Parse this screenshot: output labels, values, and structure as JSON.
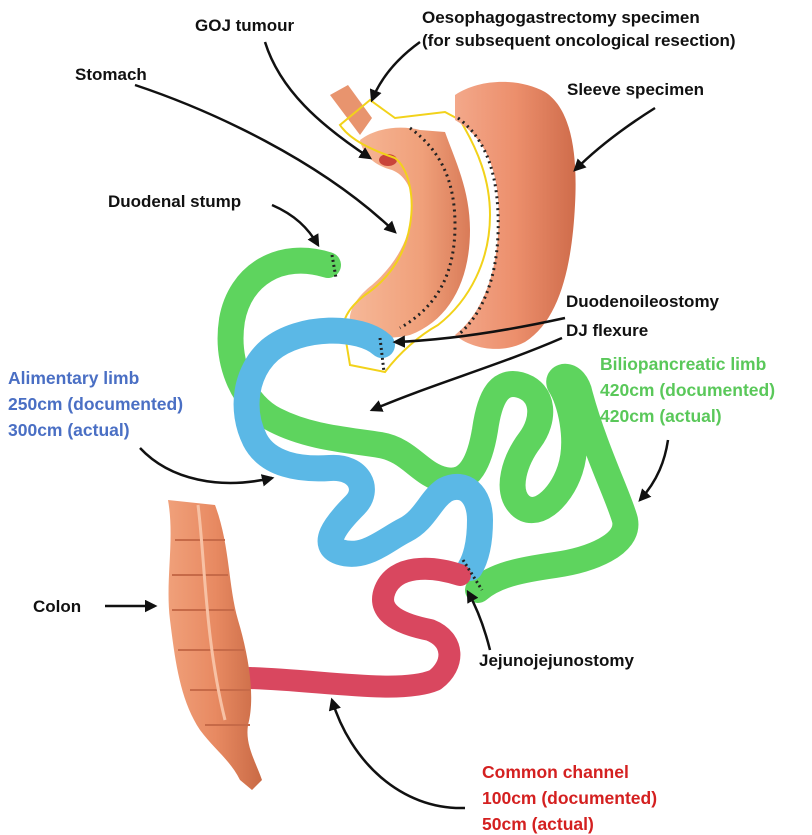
{
  "labels": {
    "goj_tumour": "GOJ tumour",
    "oesophagogastrectomy_line1": "Oesophagogastrectomy specimen",
    "oesophagogastrectomy_line2": "(for subsequent oncological resection)",
    "stomach": "Stomach",
    "sleeve_specimen": "Sleeve specimen",
    "duodenal_stump": "Duodenal stump",
    "duodenoileostomy": "Duodenoileostomy",
    "dj_flexure": "DJ flexure",
    "alimentary_limb": [
      "Alimentary limb",
      "250cm (documented)",
      "300cm (actual)"
    ],
    "biliopancreatic_limb": [
      "Biliopancreatic limb",
      "420cm (documented)",
      "420cm (actual)"
    ],
    "colon": "Colon",
    "jejunojejunostomy": "Jejunojejunostomy",
    "common_channel": [
      "Common channel",
      "100cm (documented)",
      "50cm (actual)"
    ]
  },
  "colors": {
    "alimentary_limb": "#5bb8e6",
    "biliopancreatic_limb": "#5ed45e",
    "common_channel": "#d9475f",
    "stomach": "#f0a07a",
    "sleeve": "#ec8f6c",
    "colon": "#e88a62",
    "outline": "#f2d21a",
    "label_blue": "#4a6fc4",
    "label_green": "#5ac85a",
    "label_red": "#d42020"
  }
}
